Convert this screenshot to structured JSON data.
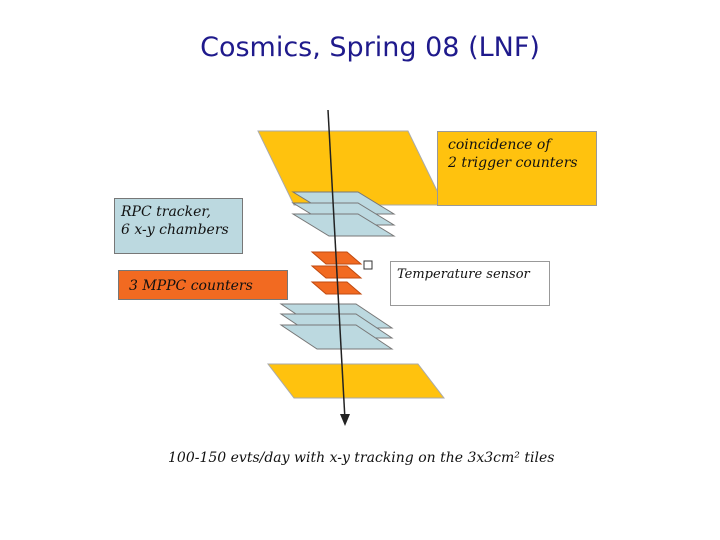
{
  "title": "Cosmics, Spring 08 (LNF)",
  "labels": {
    "coincidence": [
      "coincidence of",
      "2 trigger counters"
    ],
    "rpc": [
      "RPC tracker,",
      "6 x-y chambers"
    ],
    "mppc": "3 MPPC counters",
    "temperature": "Temperature sensor"
  },
  "footer_note": "100-150 evts/day with x-y tracking on the 3x3cm² tiles",
  "colors": {
    "title": "#1f1a8c",
    "trigger_counter": "#ffc20e",
    "rpc_chamber": "#bcd9e0",
    "mppc_counter": "#f26a21",
    "temperature_sensor": "#ffffff",
    "muon_track": "#222222"
  },
  "components": {
    "trigger_counters": 2,
    "rpc_chambers_above": 3,
    "rpc_chambers_below": 3,
    "mppc_counters": 3,
    "temperature_sensors": 1
  }
}
